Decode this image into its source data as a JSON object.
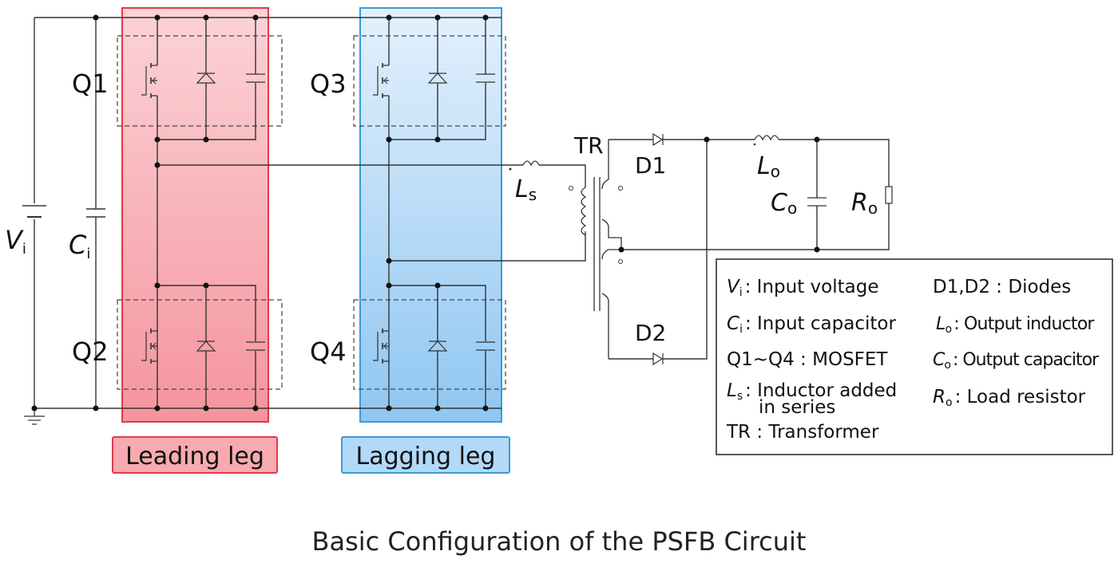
{
  "caption": "Basic Configuration of the PSFB Circuit",
  "colors": {
    "leading_leg_fill": "#f5a3ab",
    "leading_leg_border": "#e23a48",
    "lagging_leg_fill": "#a9d2f5",
    "lagging_leg_border": "#3a9bd8",
    "wire": "#333333"
  },
  "legs": {
    "leading": "Leading leg",
    "lagging": "Lagging leg"
  },
  "components": {
    "q1": "Q1",
    "q2": "Q2",
    "q3": "Q3",
    "q4": "Q4",
    "vi_main": "V",
    "vi_sub": "i",
    "ci_main": "C",
    "ci_sub": "i",
    "ls_main": "L",
    "ls_sub": "s",
    "tr": "TR",
    "d1": "D1",
    "d2": "D2",
    "lo_main": "L",
    "lo_sub": "o",
    "co_main": "C",
    "co_sub": "o",
    "ro_main": "R",
    "ro_sub": "o"
  },
  "legend": {
    "vi": {
      "sym": "V",
      "sub": "i",
      "desc": ": Input voltage"
    },
    "ci": {
      "sym": "C",
      "sub": "i",
      "desc": ": Input capacitor"
    },
    "q": {
      "desc": "Q1∼Q4 : MOSFET"
    },
    "ls": {
      "sym": "L",
      "sub": "s",
      "desc_line1": ": Inductor added",
      "desc_line2": "in series"
    },
    "tr": {
      "desc": "TR : Transformer"
    },
    "d": {
      "desc": "D1,D2 : Diodes"
    },
    "lo": {
      "sym": "L",
      "sub": "o",
      "desc": ": Output inductor"
    },
    "co": {
      "sym": "C",
      "sub": "o",
      "desc": ": Output capacitor"
    },
    "ro": {
      "sym": "R",
      "sub": "o",
      "desc": ": Load resistor"
    }
  }
}
